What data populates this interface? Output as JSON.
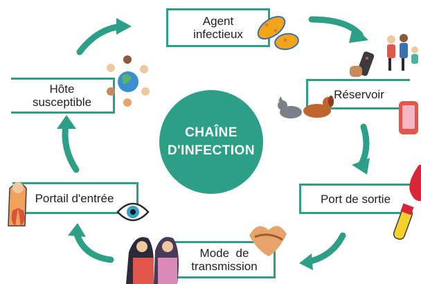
{
  "center": {
    "line1": "CHAÎNE",
    "line2": "D'INFECTION"
  },
  "nodes": {
    "agent": {
      "line1": "Agent",
      "line2": "infectieux"
    },
    "reservoir": {
      "label": "Réservoir"
    },
    "port_sortie": {
      "label": "Port de sortie"
    },
    "mode": {
      "line1": "Mode  de",
      "line2": "transmission"
    },
    "portail": {
      "label": "Portail d'entrée"
    },
    "hote": {
      "line1": "Hôte",
      "line2": "susceptible"
    }
  },
  "colors": {
    "accent": "#2e9f87",
    "text": "#1f1f1f",
    "blood": "#d9253a",
    "bacteria": "#f2a516"
  },
  "icons": [
    "bacteria-icon",
    "family-icon",
    "remote-icon",
    "pets-icon",
    "phone-icon",
    "blood-drop-icon",
    "test-tube-icon",
    "handshake-icon",
    "sneezing-people-icon",
    "eye-icon",
    "respiratory-icon",
    "globe-people-icon"
  ]
}
